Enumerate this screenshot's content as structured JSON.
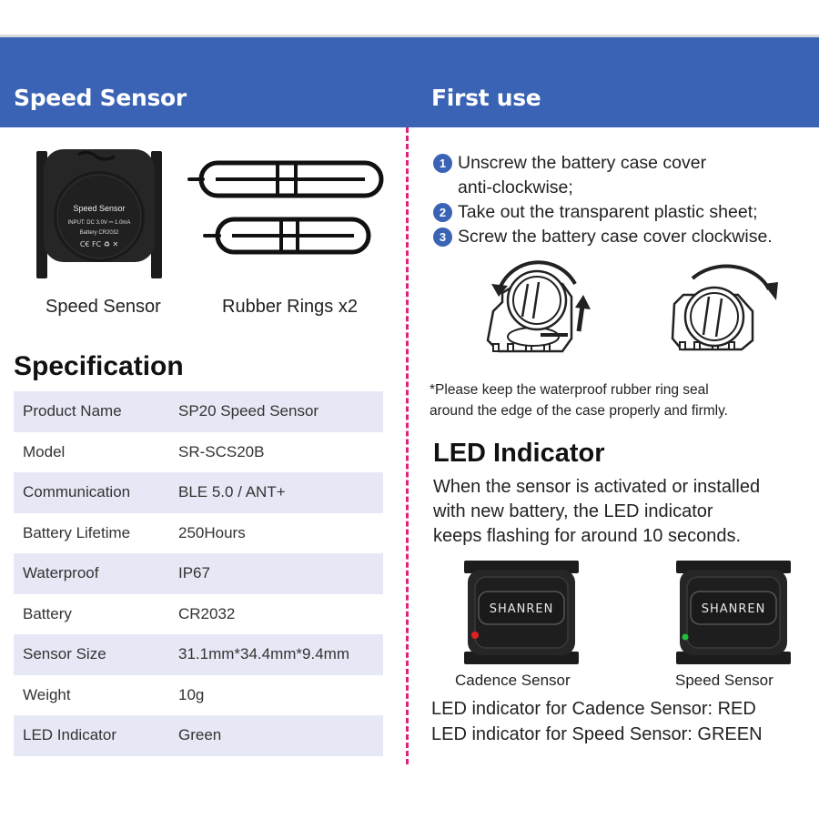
{
  "header": {
    "left_title": "Speed Sensor",
    "right_title": "First use"
  },
  "products": {
    "sensor_label": "Speed Sensor",
    "rings_label": "Rubber Rings x2",
    "sensor_face": {
      "line1": "Speed Sensor",
      "line2": "INPUT: DC 3.0V ⎓ 1.0mA",
      "line3": "Battery CR2032",
      "line4": "C€ FC ♻ ✕"
    }
  },
  "specification": {
    "title": "Specification",
    "rows": [
      {
        "key": "Product Name",
        "value": "SP20 Speed Sensor"
      },
      {
        "key": "Model",
        "value": "SR-SCS20B"
      },
      {
        "key": "Communication",
        "value": "BLE 5.0 / ANT+"
      },
      {
        "key": "Battery Lifetime",
        "value": "250Hours"
      },
      {
        "key": "Waterproof",
        "value": "IP67"
      },
      {
        "key": "Battery",
        "value": "CR2032"
      },
      {
        "key": "Sensor Size",
        "value": "31.1mm*34.4mm*9.4mm"
      },
      {
        "key": "Weight",
        "value": "10g"
      },
      {
        "key": "LED Indicator",
        "value": "Green"
      }
    ]
  },
  "first_use": {
    "steps": [
      {
        "num": "1",
        "text": "Unscrew the battery case cover\nanti-clockwise;"
      },
      {
        "num": "2",
        "text": "Take out the transparent plastic sheet;"
      },
      {
        "num": "3",
        "text": "Screw the battery case cover clockwise."
      }
    ],
    "note": "*Please keep the waterproof rubber ring seal\naround the edge of the case properly and firmly."
  },
  "led": {
    "title": "LED Indicator",
    "description": "When the sensor is activated or installed\nwith new battery, the LED indicator\nkeeps flashing for around 10 seconds.",
    "brand": "SHANREN",
    "cadence_label": "Cadence Sensor",
    "speed_label": "Speed Sensor",
    "cadence_note": "LED indicator for Cadence Sensor: RED",
    "speed_note": "LED indicator for Speed Sensor: GREEN",
    "red": "#e02020",
    "green": "#1fbf3a"
  },
  "colors": {
    "banner": "#3a62b5",
    "divider": "#e0237a",
    "row_shade": "#e6e9f5"
  }
}
